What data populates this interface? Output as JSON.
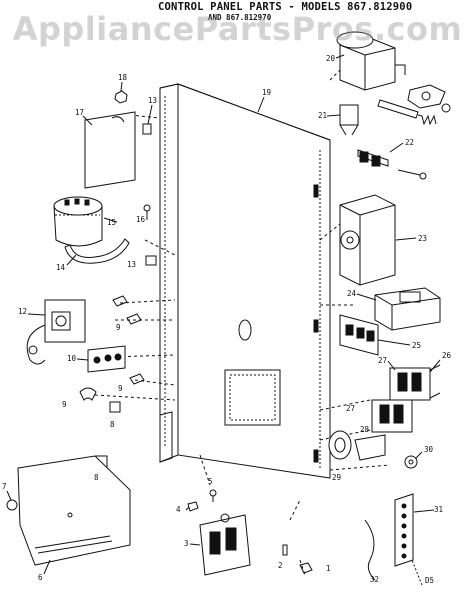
{
  "header": {
    "title": "CONTROL PANEL PARTS - MODELS 867.812900",
    "subtitle": "AND 867.812970",
    "watermark": "AppliancePartsPros.com"
  },
  "callouts": [
    "18",
    "13",
    "19",
    "17",
    "20",
    "21",
    "22",
    "16",
    "15",
    "14",
    "13",
    "23",
    "24",
    "12",
    "9",
    "25",
    "10",
    "26",
    "27",
    "9",
    "9",
    "8",
    "27",
    "28",
    "29",
    "30",
    "8",
    "5",
    "4",
    "3",
    "2",
    "1",
    "7",
    "6",
    "31",
    "32",
    "D5"
  ]
}
